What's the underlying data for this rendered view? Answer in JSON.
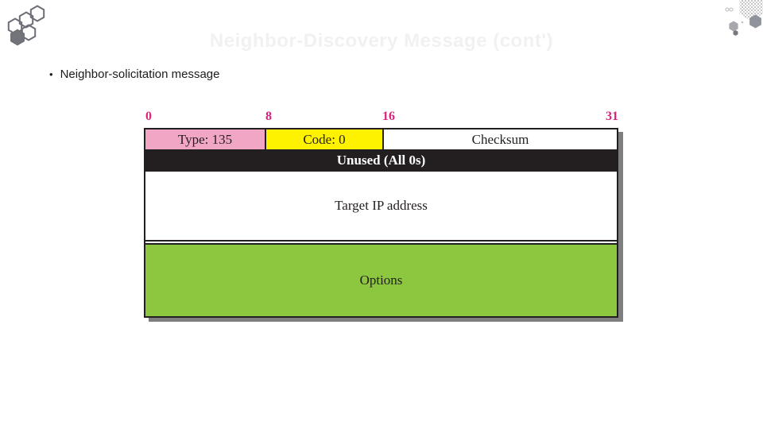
{
  "slide": {
    "title": "Neighbor-Discovery Message (cont')",
    "bullet_marker": "•",
    "bullet_text": "Neighbor-solicitation message"
  },
  "diagram": {
    "bit_labels": [
      "0",
      "8",
      "16",
      "31"
    ],
    "header_cells": [
      {
        "label": "Type: 135",
        "bg": "#F2A6C6"
      },
      {
        "label": "Code: 0",
        "bg": "#FFF200"
      },
      {
        "label": "Checksum",
        "bg": "#FFFFFF"
      }
    ],
    "unused_row_label": "Unused (All 0s)",
    "target_row_label": "Target IP address",
    "options_row_label": "Options",
    "colors": {
      "bit_label": "#DD1F7D",
      "type_bg": "#F2A6C6",
      "code_bg": "#FFF200",
      "checksum_bg": "#FFFFFF",
      "unused_bg": "#231F20",
      "unused_text": "#FFFFFF",
      "options_bg": "#8DC63F",
      "border": "#231F20",
      "shadow": "#7F7F7F",
      "title_text": "#F1F1F1",
      "logo_gray": "#6D6D76"
    }
  },
  "decorations": {
    "left_logo": "hexagon-cluster-logo",
    "right_logo": "hexagon-dots-logo"
  }
}
